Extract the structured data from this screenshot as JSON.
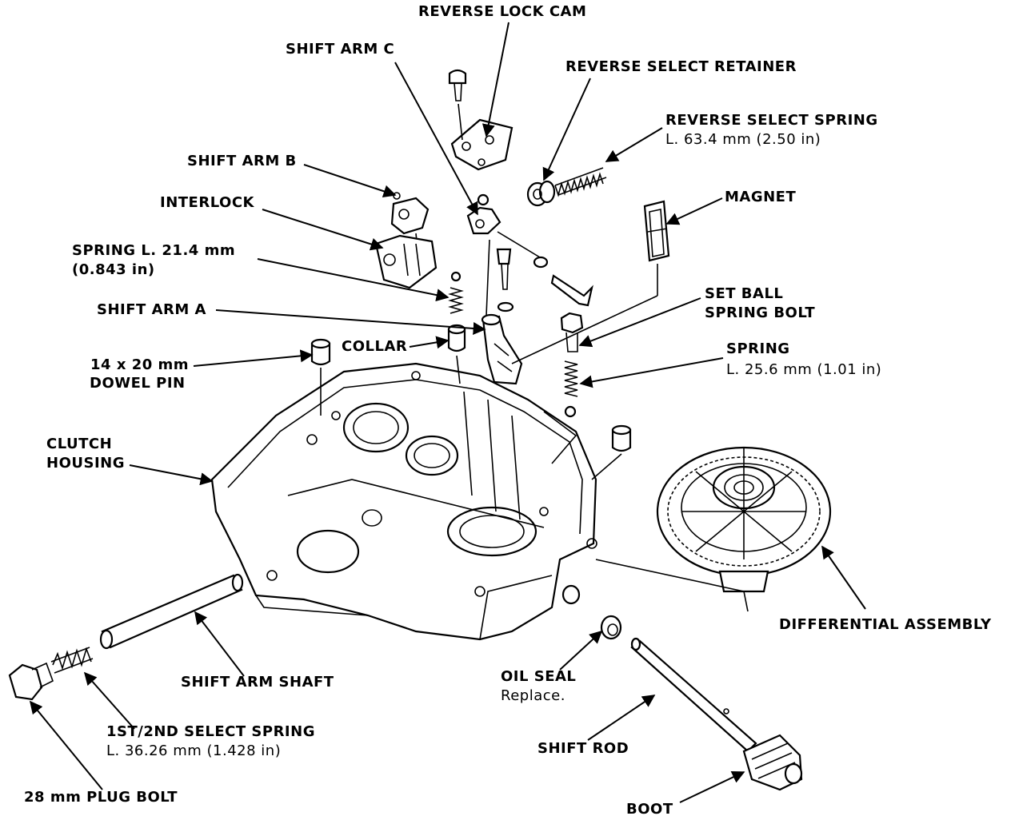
{
  "labels": {
    "reverse_lock_cam": "REVERSE LOCK CAM",
    "shift_arm_c": "SHIFT ARM C",
    "reverse_select_retainer": "REVERSE SELECT RETAINER",
    "reverse_select_spring": "REVERSE SELECT SPRING",
    "reverse_select_spring_len": "L. 63.4 mm (2.50 in)",
    "shift_arm_b": "SHIFT ARM B",
    "magnet": "MAGNET",
    "interlock": "INTERLOCK",
    "spring_a_line1": "SPRING L. 21.4 mm",
    "spring_a_line2": "(0.843 in)",
    "set_ball_line1": "SET BALL",
    "set_ball_line2": "SPRING BOLT",
    "shift_arm_a": "SHIFT ARM A",
    "spring_b": "SPRING",
    "spring_b_len": "L. 25.6 mm (1.01 in)",
    "collar": "COLLAR",
    "dowel_line1": "14 x 20 mm",
    "dowel_line2": "DOWEL PIN",
    "clutch_line1": "CLUTCH",
    "clutch_line2": "HOUSING",
    "differential_assembly": "DIFFERENTIAL ASSEMBLY",
    "shift_arm_shaft": "SHIFT ARM SHAFT",
    "oil_seal": "OIL SEAL",
    "oil_seal_note": "Replace.",
    "select_spring_line1": "1ST/2ND SELECT SPRING",
    "select_spring_line2": "L. 36.26 mm (1.428 in)",
    "shift_rod": "SHIFT ROD",
    "plug_bolt": "28 mm PLUG BOLT",
    "boot": "BOOT"
  },
  "colors": {
    "ink": "#000000",
    "paper": "#ffffff"
  }
}
